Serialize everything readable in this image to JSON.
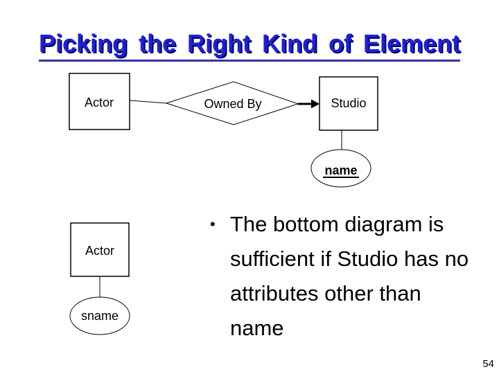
{
  "slide": {
    "title": "Picking the Right Kind of Element",
    "page_number": "54",
    "bullet": {
      "marker": "•",
      "lines": [
        "The bottom diagram is",
        "sufficient if Studio has no",
        "attributes other than",
        "name"
      ]
    }
  },
  "diagram_top": {
    "actor_label": "Actor",
    "relationship_label": "Owned By",
    "studio_label": "Studio",
    "attribute_label": "name"
  },
  "diagram_bottom": {
    "actor_label": "Actor",
    "attribute_label": "sname"
  },
  "colors": {
    "title_blue": "#2121cd",
    "title_shadow": "#000066",
    "title_underline": "#3333a0",
    "diagram_stroke": "#000000",
    "background": "#ffffff"
  }
}
